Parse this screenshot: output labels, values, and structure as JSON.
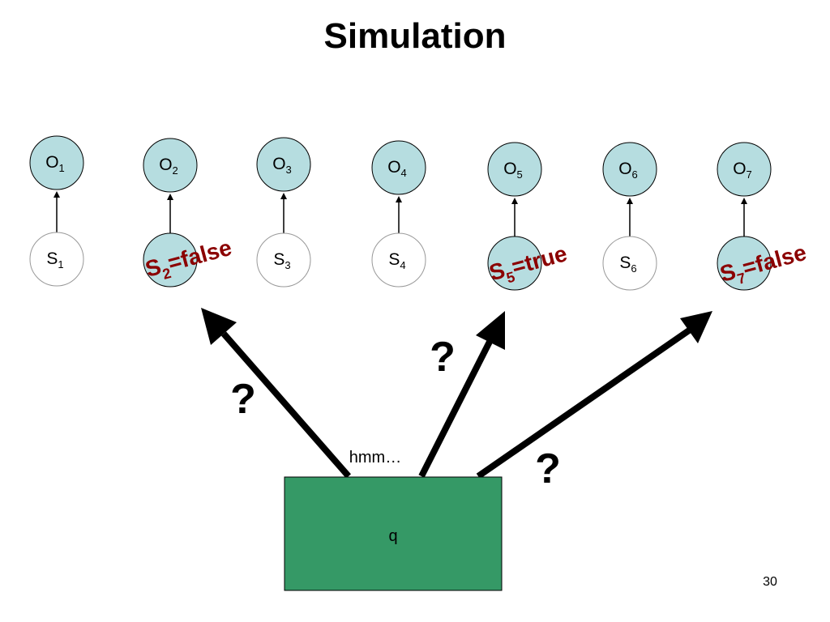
{
  "slide": {
    "title": "Simulation",
    "page_number": "30"
  },
  "colors": {
    "observed_fill": "#b6dde0",
    "unobserved_fill": "#ffffff",
    "evidence_text": "#8b0000",
    "box_fill": "#359966"
  },
  "observation_nodes": [
    {
      "letter": "O",
      "sub": "1"
    },
    {
      "letter": "O",
      "sub": "2"
    },
    {
      "letter": "O",
      "sub": "3"
    },
    {
      "letter": "O",
      "sub": "4"
    },
    {
      "letter": "O",
      "sub": "5"
    },
    {
      "letter": "O",
      "sub": "6"
    },
    {
      "letter": "O",
      "sub": "7"
    }
  ],
  "state_nodes": [
    {
      "letter": "S",
      "sub": "1",
      "sampled": false
    },
    {
      "letter": "S",
      "sub": "2",
      "sampled": true,
      "evidence": {
        "letter": "S",
        "sub": "2",
        "rest": "=false"
      }
    },
    {
      "letter": "S",
      "sub": "3",
      "sampled": false
    },
    {
      "letter": "S",
      "sub": "4",
      "sampled": false
    },
    {
      "letter": "S",
      "sub": "5",
      "sampled": true,
      "evidence": {
        "letter": "S",
        "sub": "5",
        "rest": "=true"
      }
    },
    {
      "letter": "S",
      "sub": "6",
      "sampled": false
    },
    {
      "letter": "S",
      "sub": "7",
      "sampled": true,
      "evidence": {
        "letter": "S",
        "sub": "7",
        "rest": "=false"
      }
    }
  ],
  "question_marks": [
    "?",
    "?",
    "?"
  ],
  "box": {
    "label": "q",
    "thought": "hmm…"
  }
}
